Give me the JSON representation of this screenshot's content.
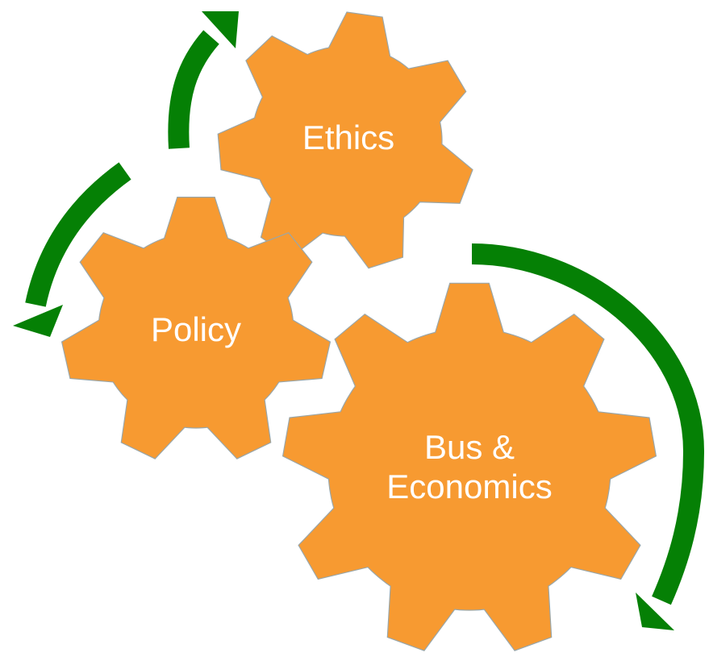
{
  "colors": {
    "gear_fill": "#f79a31",
    "arrow": "#058005",
    "label": "#ffffff",
    "background": "#ffffff"
  },
  "gears": [
    {
      "id": "ethics",
      "label": "Ethics"
    },
    {
      "id": "policy",
      "label": "Policy"
    },
    {
      "id": "bus-economics",
      "label_line1": "Bus &",
      "label_line2": "Economics"
    }
  ],
  "arrows": [
    {
      "id": "arrow-top",
      "icon": "curved-arrow-icon"
    },
    {
      "id": "arrow-left",
      "icon": "curved-arrow-icon"
    },
    {
      "id": "arrow-right",
      "icon": "curved-arrow-icon"
    }
  ]
}
